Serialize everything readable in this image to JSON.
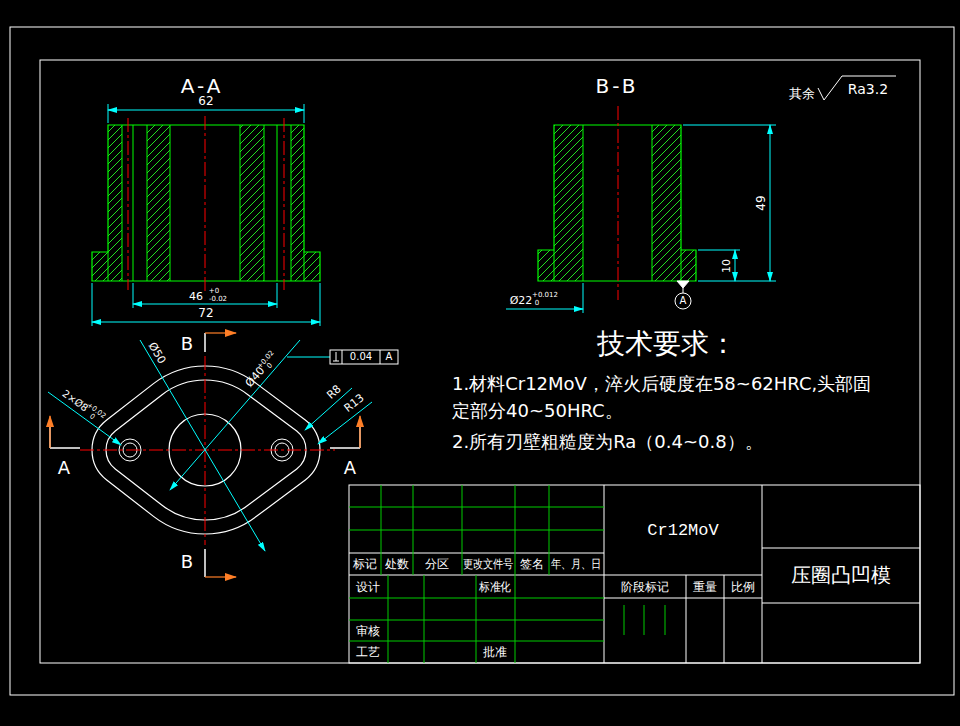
{
  "diagram": {
    "labels": [
      "A-A",
      "62",
      "46",
      "+0",
      "-0.02",
      "72",
      "B-B",
      "49",
      "10",
      "Ø22",
      "+0.012",
      "0",
      "A",
      "其余",
      "Ra3.2",
      "B",
      "Ø50",
      "Ø40",
      "+0.02",
      "0",
      "0.04",
      "A",
      "2×Ø8",
      "+0.02",
      "0",
      "R8",
      "R13",
      "A",
      "A",
      "B",
      "技术要求：",
      "1.材料Cr12MoV，淬火后硬度在58~62HRC,头部固定部分40~50HRC。",
      "2.所有刃壁粗糙度为Ra（0.4~0.8）。",
      "Cr12MoV",
      "压圈凸凹模",
      "标记",
      "处数",
      "分区",
      "更改文件号",
      "签名",
      "年、月、日",
      "设计",
      "标准化",
      "审核",
      "工艺",
      "批准",
      "阶段标记",
      "重量",
      "比例"
    ]
  }
}
